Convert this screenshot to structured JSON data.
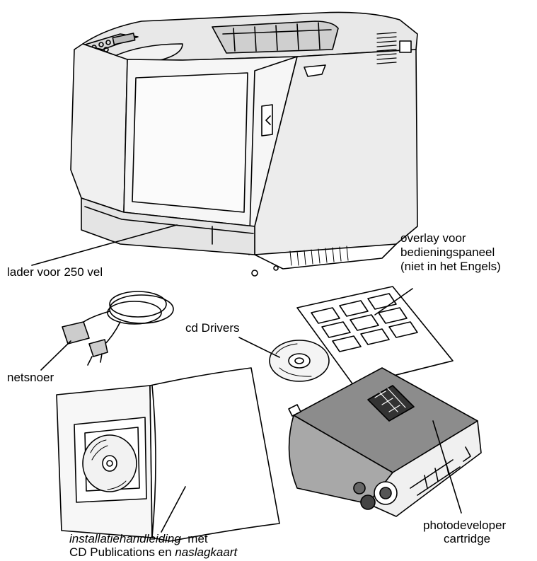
{
  "labels": {
    "tray": "lader voor 250 vel",
    "overlay_line1": "overlay voor",
    "overlay_line2": "bedieningspaneel",
    "overlay_line3": "(niet in het Engels)",
    "cd": "cd Drivers",
    "power_cord": "netsnoer",
    "guide_title": "installatiehandleiding",
    "guide_met": "met",
    "guide_line2_a": "CD Publications en",
    "guide_line2_b": "naslagkaart",
    "photodev_line1": "photodeveloper",
    "photodev_line2": "cartridge"
  }
}
